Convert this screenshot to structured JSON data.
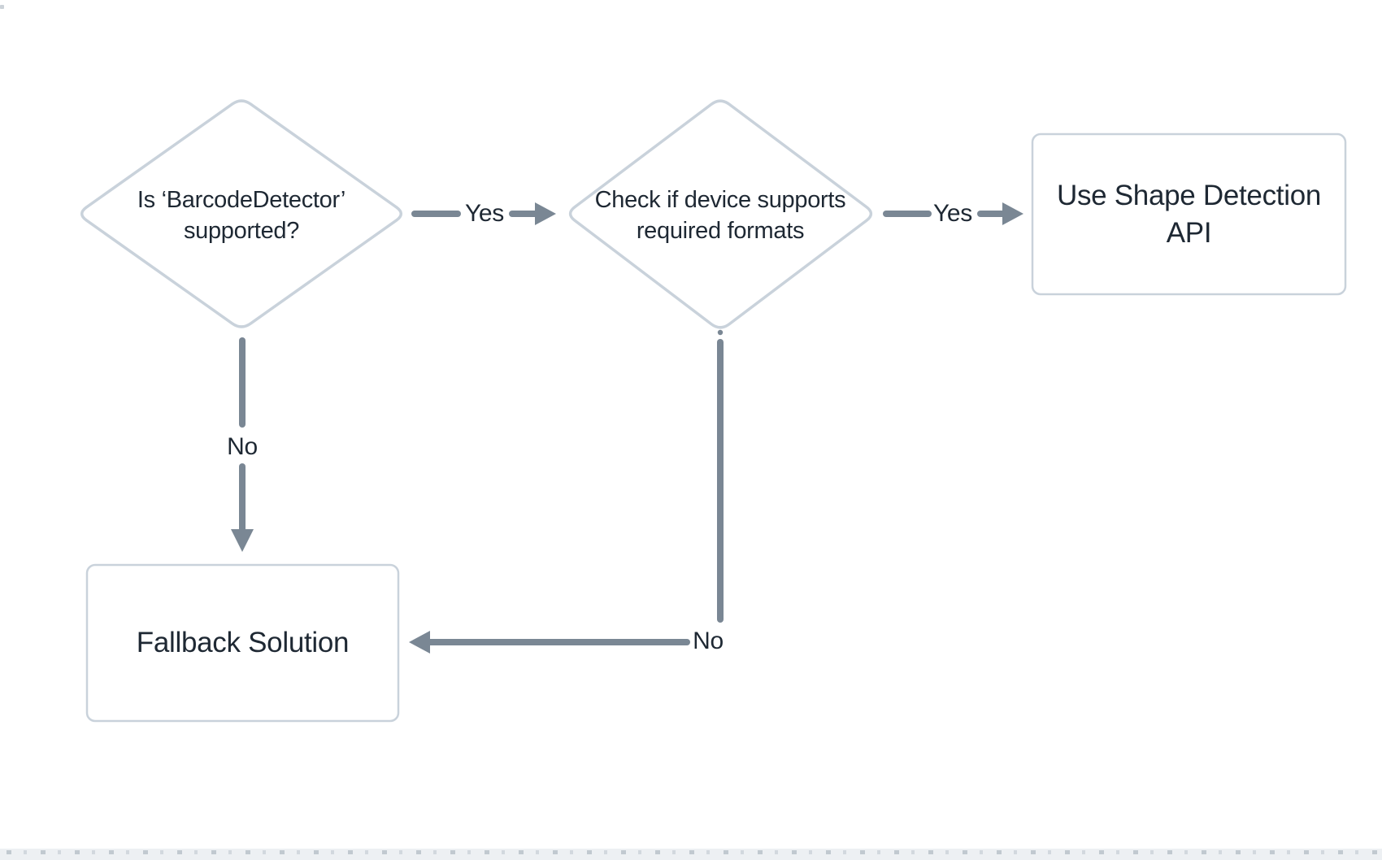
{
  "colors": {
    "background": "#ffffff",
    "shape_border": "#c9d2db",
    "shape_fill": "#ffffff",
    "arrow": "#7a8794",
    "text": "#1e2833",
    "bottom_strip_bg": "#edf0f3",
    "bottom_strip_mark": "#b9c2ca"
  },
  "diagram": {
    "nodes": [
      {
        "id": "barcode-detector-supported",
        "type": "decision",
        "label": "Is ‘BarcodeDetector’ supported?"
      },
      {
        "id": "device-supports-formats",
        "type": "decision",
        "label": "Check if device supports required formats"
      },
      {
        "id": "use-shape-detection-api",
        "type": "process",
        "label": "Use Shape Detection API"
      },
      {
        "id": "fallback-solution",
        "type": "process",
        "label": "Fallback Solution"
      }
    ],
    "edges": [
      {
        "from": "barcode-detector-supported",
        "to": "device-supports-formats",
        "label": "Yes"
      },
      {
        "from": "device-supports-formats",
        "to": "use-shape-detection-api",
        "label": "Yes"
      },
      {
        "from": "barcode-detector-supported",
        "to": "fallback-solution",
        "label": "No"
      },
      {
        "from": "device-supports-formats",
        "to": "fallback-solution",
        "label": "No"
      }
    ]
  }
}
